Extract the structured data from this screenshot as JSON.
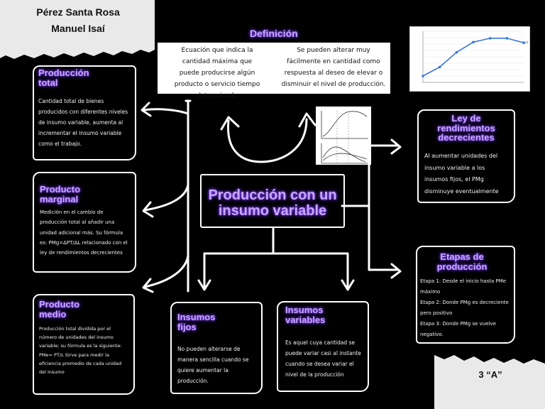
{
  "authors": {
    "line1": "Pérez Santa Rosa",
    "line2": "Manuel Isaí"
  },
  "center_title": "Producción con un insumo variable",
  "definicion": {
    "title": "Definición",
    "left_text": "Ecuación que indica la cantidad máxima que puede producirse algún producto o servicio tiempo determinado",
    "right_text": "Se pueden alterar muy fácilmente en cantidad como respuesta al deseo de elevar o disminuir el nivel de producción."
  },
  "produccion_total": {
    "title": "Producción total",
    "text": "Cantidad total de bienes producidos con diferentes niveles de insumo variable, aumenta al incrementar el insumo variable como el trabajo."
  },
  "producto_marginal": {
    "title": "Producto marginal",
    "text": "Medición en el cambio de producción total al añadir una unidad adicional más. Su fórmula es: PMg=ΔPT/ΔL relacionado con el ley de rendimientos decrecientes"
  },
  "producto_medio": {
    "title": "Producto medio",
    "text": "Producción total dividida por el número de unidades del insumo variable; su fórmula es la siguiente: PMe= PT/L Sirve para medir la eficiencia promedio de cada unidad del insumo"
  },
  "insumos_fijos": {
    "title": "Insumos fijos",
    "text": "No pueden alterarse de manera sencilla cuando se quiere aumentar la producción."
  },
  "insumos_variables": {
    "title": "Insumos variables",
    "text": "Es aquel cuya cantidad se puede variar casi al instante cuando se desea variar el nivel de la producción"
  },
  "ley_rendimientos": {
    "title": "Ley de rendimientos decrecientes",
    "text": "Al aumentar unidades del insumo variable a los insumos fijos, el PMg disminuye eventualmente"
  },
  "etapas": {
    "title": "Etapas de producción",
    "stage1": "Etapa 1: Desde el inicio hasta PMe máximo",
    "stage2": "Etapa 2: Donde PMg es decreciente pero positivo",
    "stage3": "Etapa 3: Donde PMg se vuelve negativo."
  },
  "group_label": "3 “A”",
  "chart_data": {
    "type": "line",
    "series": [
      {
        "values": [
          1,
          2.4,
          4.7,
          6.3,
          6.9,
          6.9,
          6.2
        ]
      }
    ],
    "point_label": "PT"
  },
  "colors": {
    "accent": "#c9a6ff",
    "glow": "#7b3cff",
    "background": "#000000",
    "paper": "#e9e9e9"
  }
}
